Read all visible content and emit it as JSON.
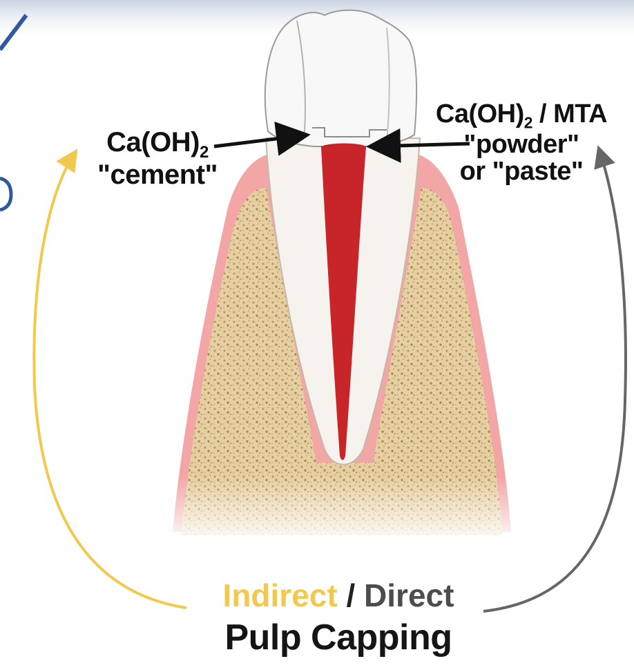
{
  "labels": {
    "left": {
      "line1": "Ca(OH)",
      "line1_sub": "2",
      "line2": "\"cement\""
    },
    "right": {
      "line1": "Ca(OH)",
      "line1_sub": "2",
      "line1_tail": " / MTA",
      "line2": "\"powder\"",
      "line3": "or \"paste\""
    }
  },
  "title": {
    "indirect": "Indirect",
    "slash": " / ",
    "direct": "Direct",
    "line2": "Pulp Capping"
  },
  "colors": {
    "pulp": "#c8252a",
    "gum": "#f4a8a8",
    "bone": "#e3cd9e",
    "indirect_arrow": "#f2c94c",
    "direct_arrow": "#555555",
    "header_band": "#d6dde8"
  }
}
